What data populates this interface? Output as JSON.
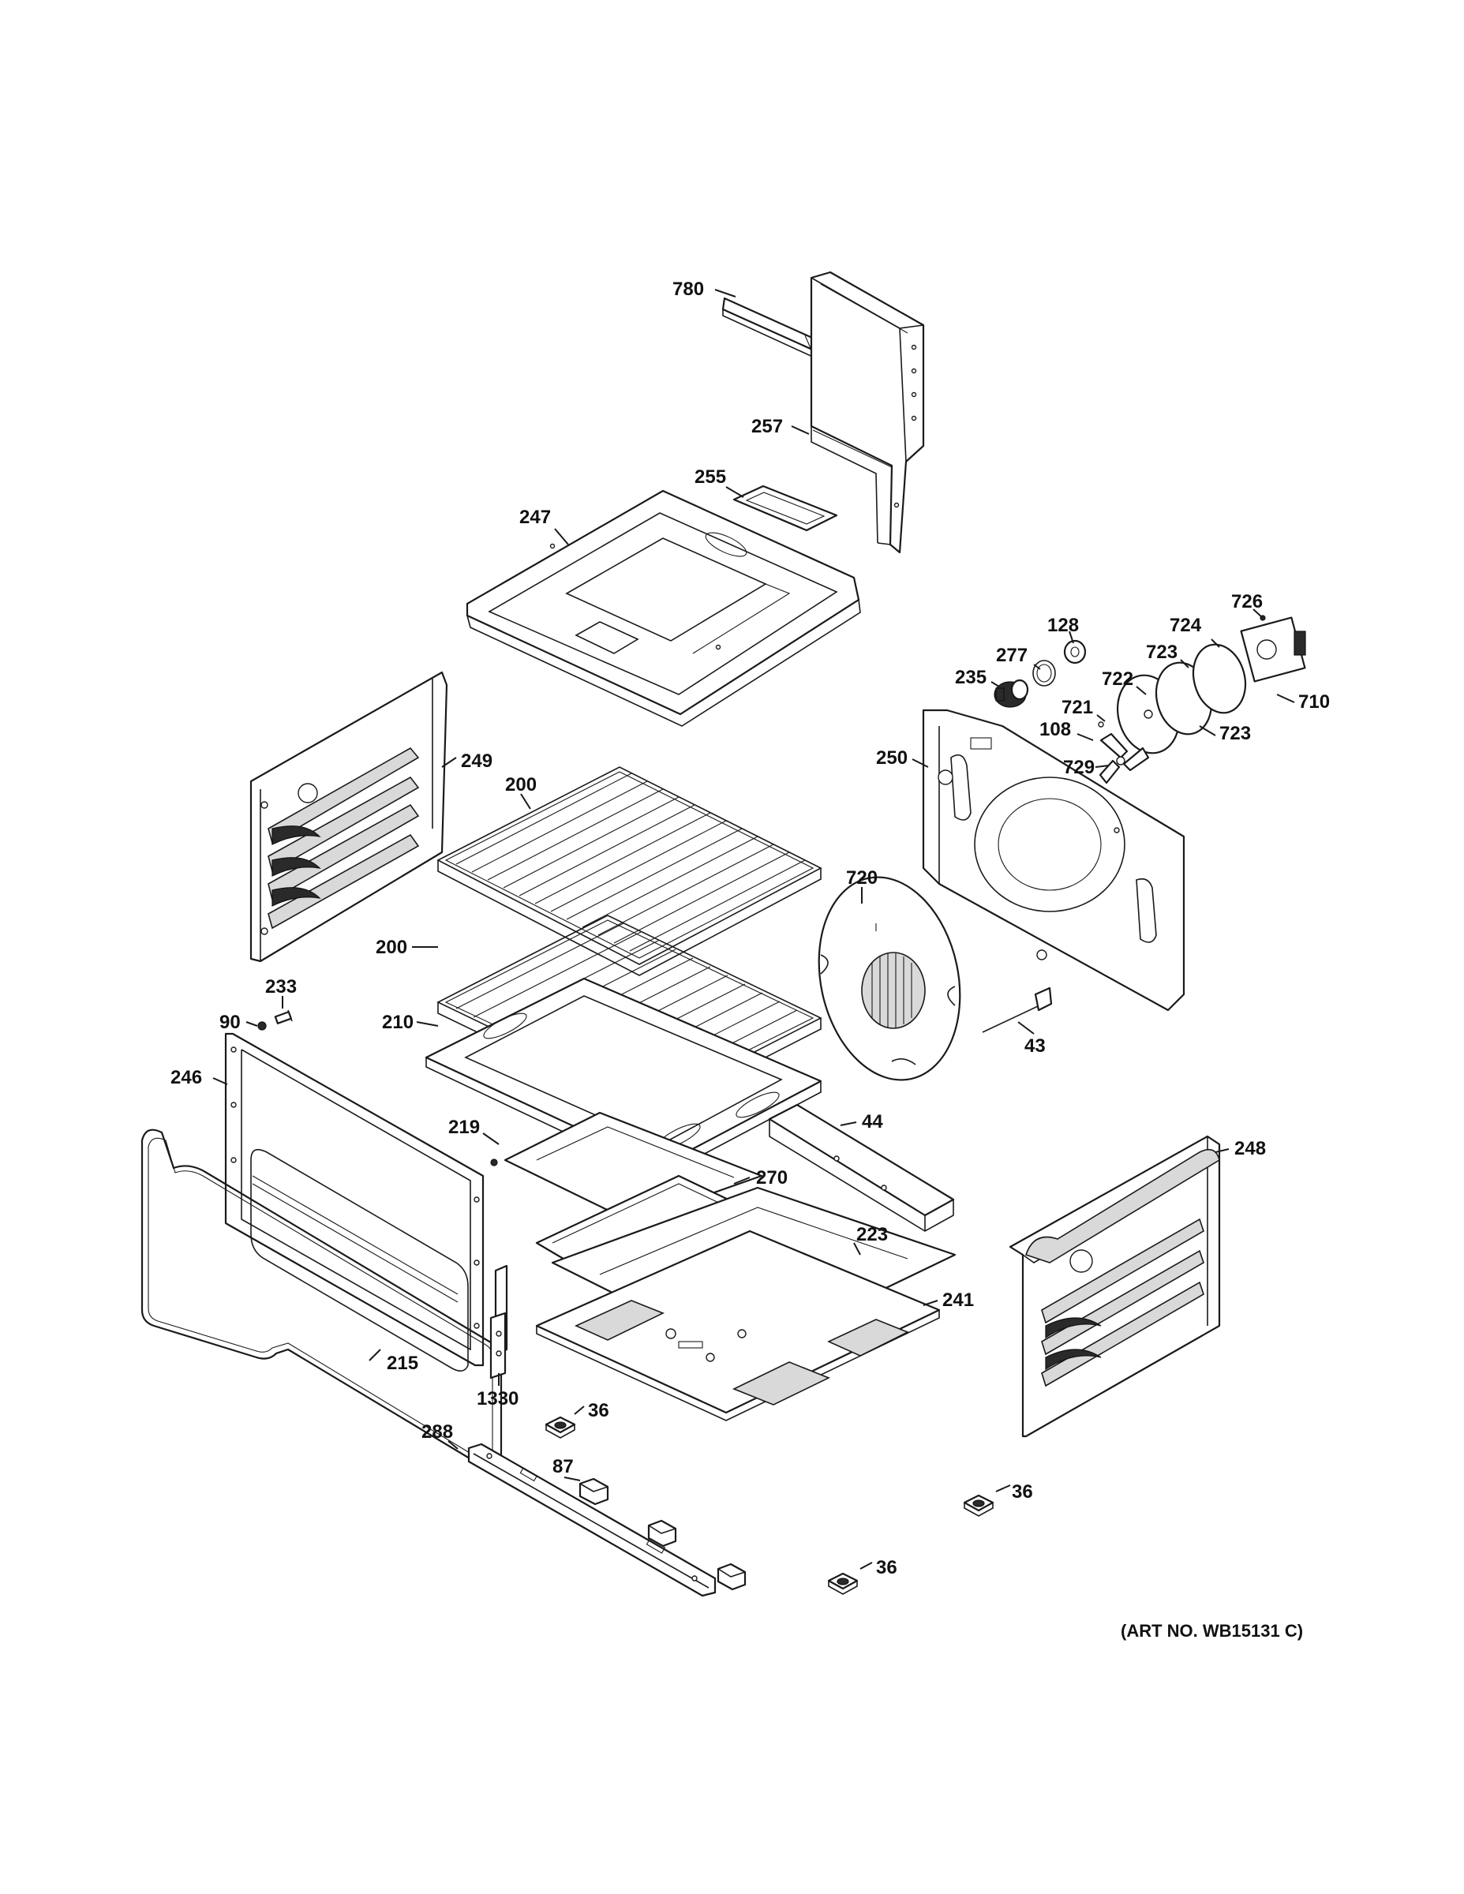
{
  "callouts": {
    "c780": "780",
    "c257": "257",
    "c255": "255",
    "c247": "247",
    "c128": "128",
    "c277": "277",
    "c235": "235",
    "c726": "726",
    "c724": "724",
    "c723a": "723",
    "c722": "722",
    "c710": "710",
    "c721": "721",
    "c108": "108",
    "c723b": "723",
    "c729": "729",
    "c250": "250",
    "c249": "249",
    "c200a": "200",
    "c200b": "200",
    "c720": "720",
    "c233": "233",
    "c90": "90",
    "c210": "210",
    "c43": "43",
    "c246": "246",
    "c44": "44",
    "c219": "219",
    "c248": "248",
    "c270": "270",
    "c223": "223",
    "c241": "241",
    "c215": "215",
    "c1330": "1330",
    "c36a": "36",
    "c288": "288",
    "c87": "87",
    "c36b": "36",
    "c36c": "36"
  },
  "art_number": "(ART NO. WB15131 C)"
}
